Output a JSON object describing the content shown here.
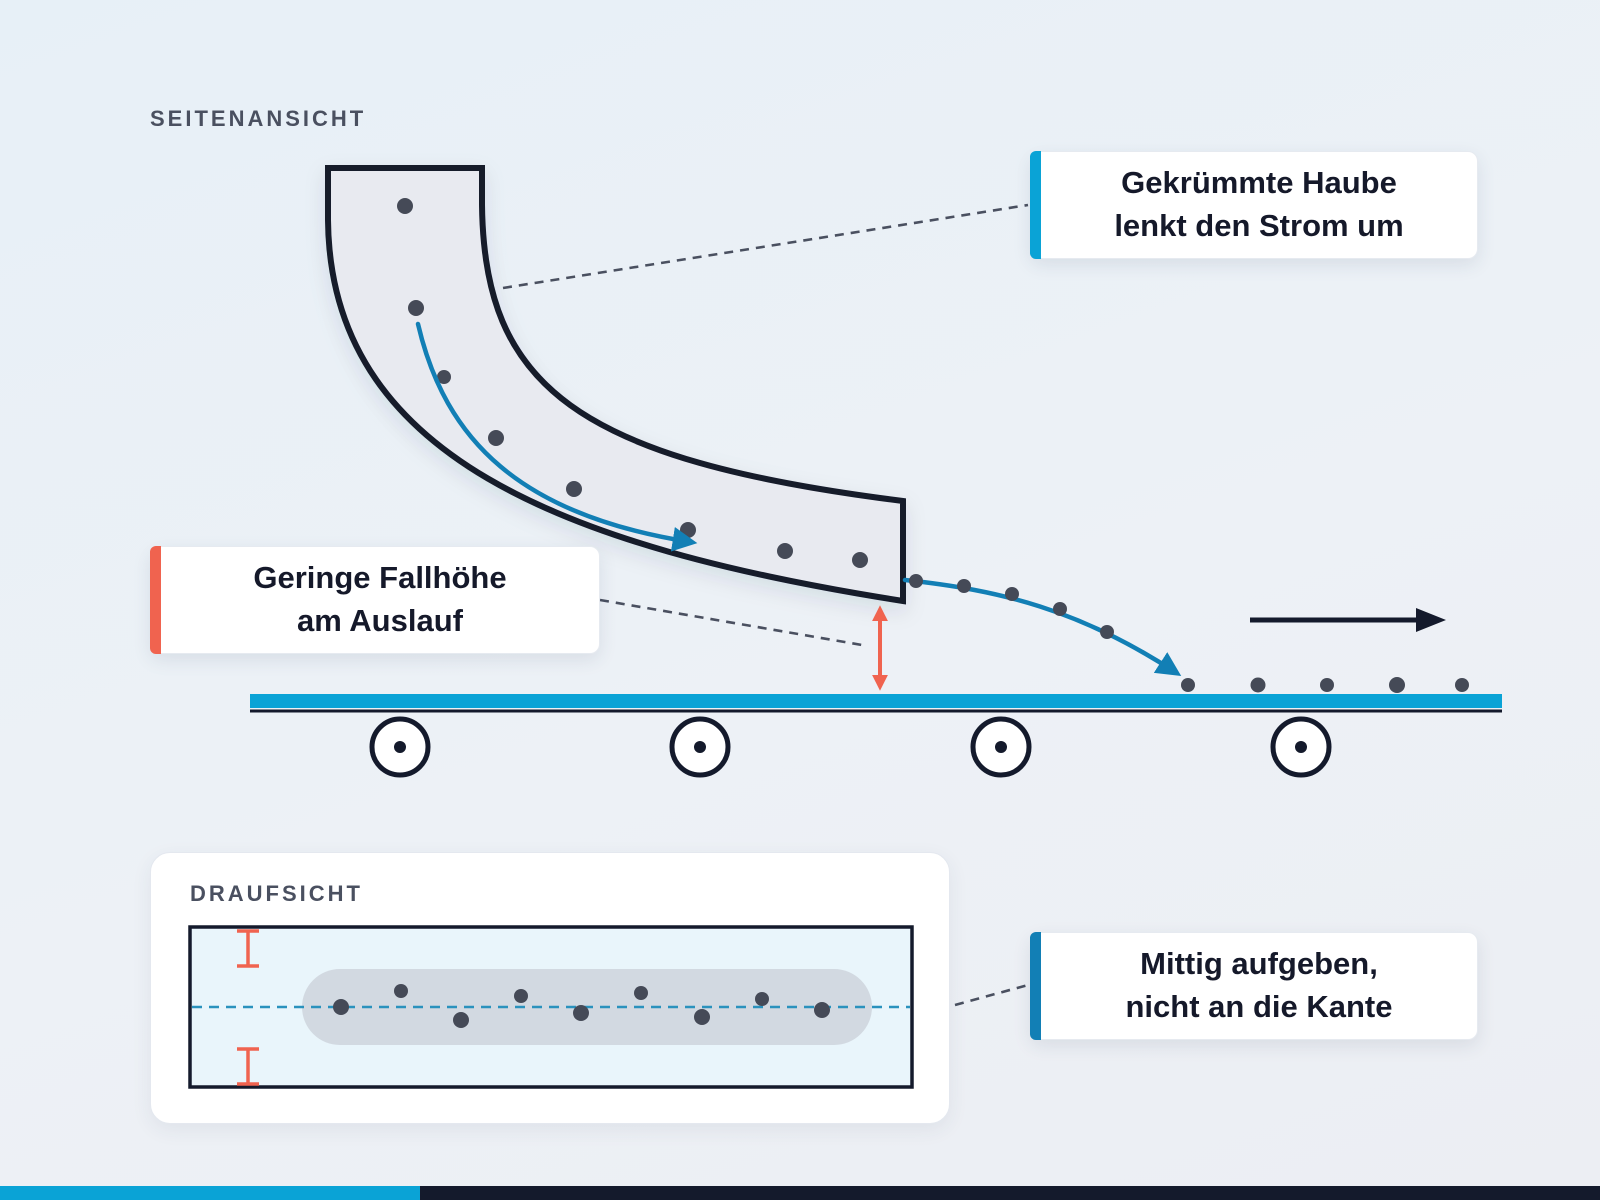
{
  "labels": {
    "side_view": "SEITENANSICHT",
    "top_view": "DRAUFSICHT"
  },
  "callouts": {
    "hood": "Gekrümmte Haube\nlenkt den Strom um",
    "drop": "Geringe Fallhöhe\nam Auslauf",
    "center": "Mittig aufgeben,\nnicht an die Kante"
  },
  "colors": {
    "accent_blue": "#0aa3d6",
    "flow_blue": "#127fb5",
    "accent_red": "#f0634f",
    "dark": "#141a2c",
    "hood_fill": "#e8eaf0",
    "particle": "#454a57",
    "band_fill": "#e9f5fb",
    "stream_fill": "#d2d9e1",
    "footer_blue": "#0aa3d6",
    "footer_dark": "#141a2c"
  },
  "icons": {
    "flow_arrow": "curved-arrow-icon",
    "direction_arrow": "arrow-right-icon",
    "height_marker": "double-arrow-vertical-icon",
    "roller": "roller-icon",
    "margin_marker": "i-beam-icon"
  }
}
